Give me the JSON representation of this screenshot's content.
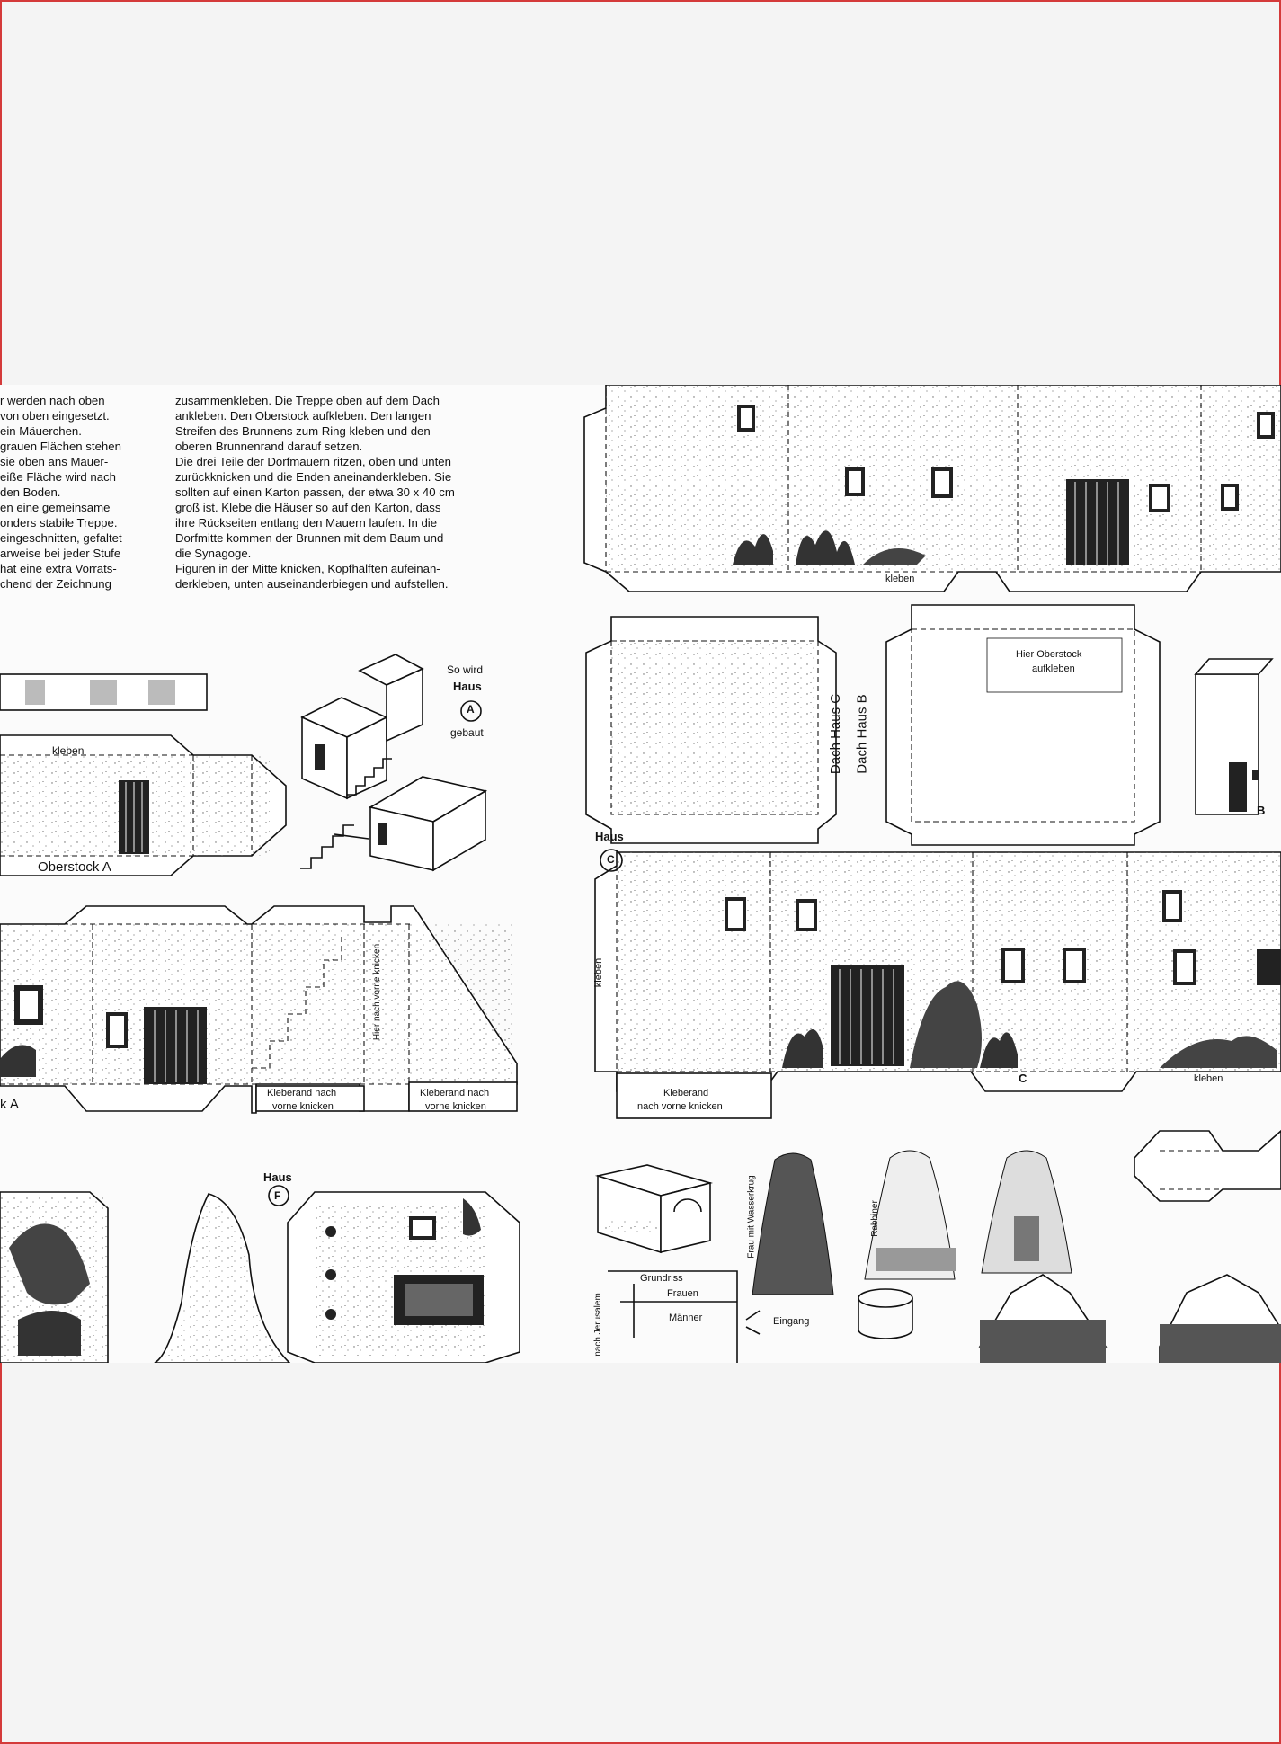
{
  "left_column_lines": [
    "r werden nach oben",
    "von oben eingesetzt.",
    "ein Mäuerchen.",
    "grauen Flächen stehen",
    "sie oben ans Mauer-",
    "eiße Fläche wird nach",
    "den Boden.",
    "en eine gemeinsame",
    "onders stabile Treppe.",
    "eingeschnitten, gefaltet",
    "arweise bei jeder Stufe",
    "hat eine extra Vorrats-",
    "chend der Zeichnung"
  ],
  "right_column_lines": [
    "zusammenkleben. Die Treppe oben auf dem Dach",
    "ankleben. Den Oberstock aufkleben. Den langen",
    "Streifen des Brunnens zum Ring kleben und den",
    "oberen Brunnenrand darauf setzen.",
    "Die drei Teile der Dorfmauern ritzen, oben und unten",
    "zurückknicken und die Enden aneinanderkleben. Sie",
    "sollten auf einen Karton passen, der etwa 30 x 40 cm",
    "groß ist. Klebe die Häuser so auf den Karton, dass",
    "ihre Rückseiten entlang den Mauern laufen. In die",
    "Dorfmitte kommen der Brunnen mit dem Baum und",
    "die Synagoge.",
    "Figuren in der Mitte knicken, Kopfhälften aufeinan-",
    "derkleben, unten auseinanderbiegen und aufstellen."
  ],
  "labels": {
    "so_wird": "So wird",
    "haus": "Haus",
    "letter_a": "A",
    "gebaut": "gebaut",
    "kleben_1": "kleben",
    "oberstock_a": "Oberstock A",
    "kleben_2": "kleben",
    "hier_oberstock_1": "Hier Oberstock",
    "hier_oberstock_2": "aufkleben",
    "dach_haus_c": "Dach Haus C",
    "dach_haus_b": "Dach Haus B",
    "letter_b": "B",
    "haus_c": "Haus",
    "letter_c": "C",
    "k_a": "k A",
    "hier_nach_vorne": "Hier nach vorne knicken",
    "kleberand_1a": "Kleberand nach",
    "kleberand_1b": "vorne knicken",
    "kleberand_2a": "Kleberand nach",
    "kleberand_2b": "vorne knicken",
    "kleben_side": "kleben",
    "kleberand_3a": "Kleberand",
    "kleberand_3b": "nach vorne knicken",
    "c_mark": "C",
    "kleben_3": "kleben",
    "haus_f": "Haus",
    "letter_f": "F",
    "grundriss": "Grundriss",
    "frauen": "Frauen",
    "maenner": "Männer",
    "eingang": "Eingang",
    "nach_jerusalem": "nach Jerusalem",
    "frau_wasserkrug": "Frau mit Wasserkrug",
    "rabbiner": "Rabbiner"
  }
}
